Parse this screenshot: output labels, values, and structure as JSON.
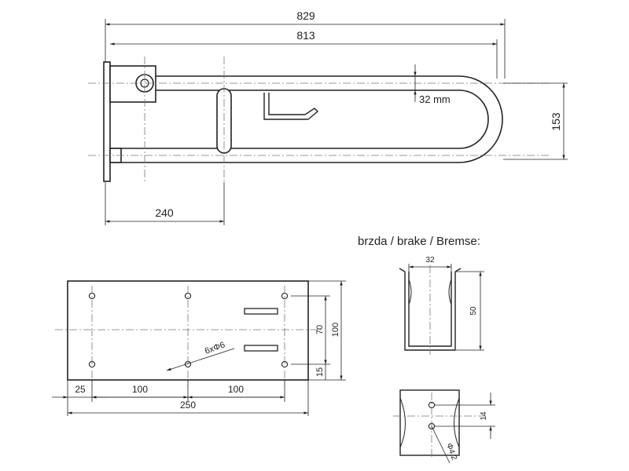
{
  "top_view": {
    "dim_total": "829",
    "dim_inner": "813",
    "dim_tube": "32 mm",
    "dim_height": "153",
    "dim_leg": "240"
  },
  "plate_view": {
    "dim_width": "250",
    "dim_25": "25",
    "dim_100_a": "100",
    "dim_100_b": "100",
    "dim_70": "70",
    "dim_100_h": "100",
    "dim_15": "15",
    "holes": "6xΦ6"
  },
  "brake": {
    "title": "brzda / brake / Bremse:",
    "dim_32": "32",
    "dim_50": "50",
    "dim_14": "14",
    "dim_hole": "Φ4,2"
  }
}
